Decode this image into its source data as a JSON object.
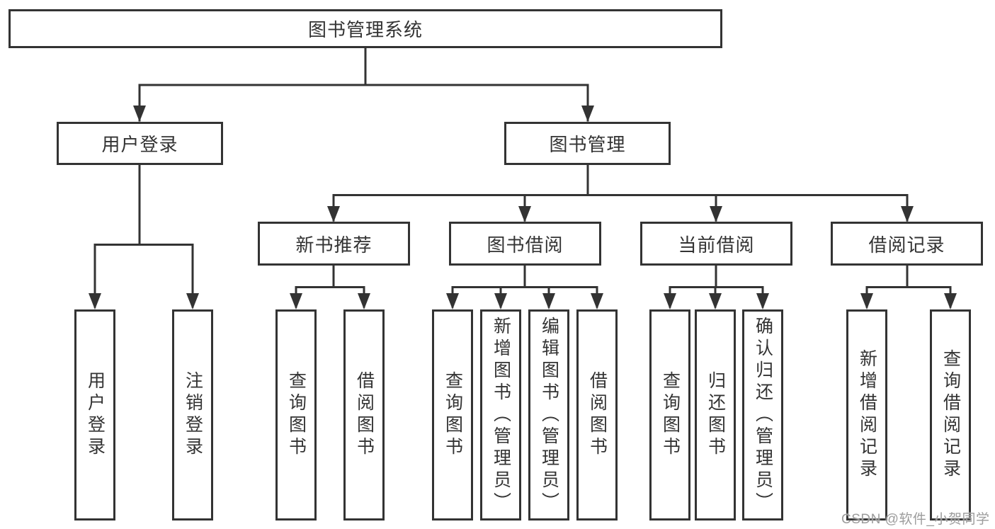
{
  "diagram": {
    "root_label": "图书管理系统",
    "level2": [
      {
        "label": "用户登录",
        "children": [
          "用户登录",
          "注销登录"
        ]
      },
      {
        "label": "图书管理",
        "sections": [
          {
            "label": "新书推荐",
            "children": [
              "查询图书",
              "借阅图书"
            ]
          },
          {
            "label": "图书借阅",
            "children": [
              "查询图书",
              "新增图书（管理员）",
              "编辑图书（管理员）",
              "借阅图书"
            ]
          },
          {
            "label": "当前借阅",
            "children": [
              "查询图书",
              "归还图书",
              "确认归还（管理员）"
            ]
          },
          {
            "label": "借阅记录",
            "children": [
              "新增借阅记录",
              "查询借阅记录"
            ]
          }
        ]
      }
    ]
  },
  "watermark": {
    "text": "CSDN @软件_小贺同学"
  },
  "colors": {
    "line": "#333333",
    "text": "#333333",
    "watermark": "#9c9c9c",
    "background": "#ffffff"
  }
}
